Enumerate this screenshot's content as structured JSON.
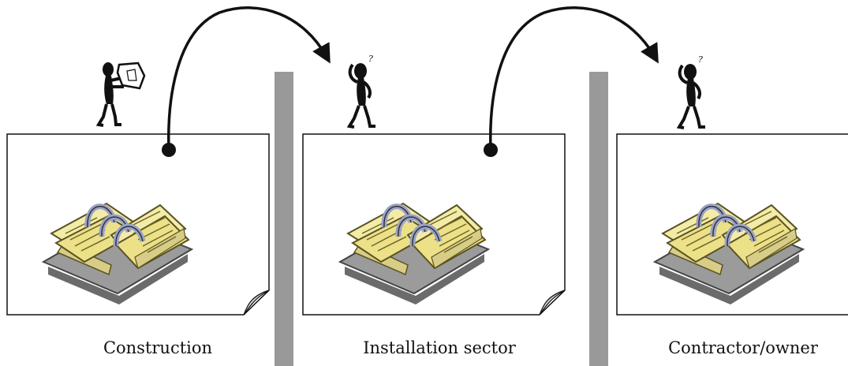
{
  "stages": [
    {
      "label": "Construction",
      "person": "person-with-drawing",
      "document": "binder-icon"
    },
    {
      "label": "Installation sector",
      "person": "thinking-person",
      "document": "binder-icon"
    },
    {
      "label": "Contractor/owner",
      "person": "thinking-person",
      "document": "binder-icon"
    }
  ],
  "colors": {
    "divider": "#999999",
    "arrow": "#111111",
    "binder_paper": "#f1e8a6",
    "binder_base": "#8f8f8f",
    "rings": "#9aa2c8"
  }
}
